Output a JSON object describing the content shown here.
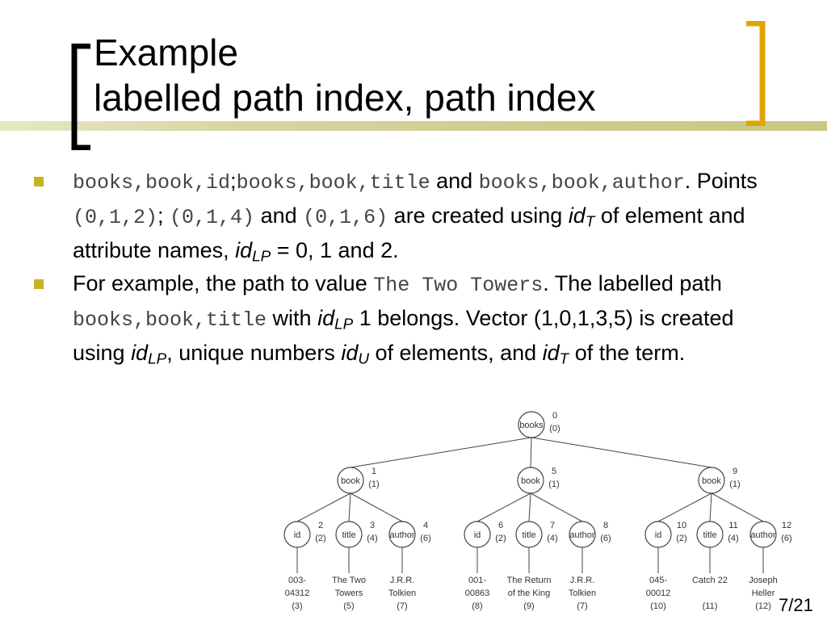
{
  "slide": {
    "title_line1": "Example",
    "title_line2": "labelled path index, path index",
    "page_number": "7/21"
  },
  "bullets": [
    {
      "p1_code": "books,book,id",
      "p2": ";",
      "p3_code": "books,book,title",
      "p4": " and ",
      "p5_code": "books,book,author",
      "p6": ". Points ",
      "p7_code": "(0,1,2)",
      "p8": "; ",
      "p9_code": "(0,1,4)",
      "p10": " and ",
      "p11_code": "(0,1,6)",
      "p12": "  are created using ",
      "p13_id": "id",
      "p14_sub": "T",
      "p15": " of element and attribute names, ",
      "p16_id": "id",
      "p17_sub": "LP",
      "p18": " = 0, 1 and 2."
    },
    {
      "p1": "For example, the path to value ",
      "p2_code": "The Two Towers",
      "p3": ". The labelled path ",
      "p4_code": "books,book,title",
      "p5": " with ",
      "p6_id": "id",
      "p7_sub": "LP",
      "p8": " 1 belongs. Vector (1,0,1,3,5) is created using ",
      "p9_id": "id",
      "p10_sub": "LP",
      "p11": ", unique numbers ",
      "p12_id": "id",
      "p13_sub": "U",
      "p14": " of elements, and ",
      "p15_id": "id",
      "p16_sub": "T",
      "p17": " of the term."
    }
  ],
  "tree": {
    "root": {
      "label": "books",
      "id": "0",
      "term": "(0)"
    },
    "books": [
      {
        "label": "book",
        "id": "1",
        "term": "(1)",
        "children": [
          {
            "label": "id",
            "id": "2",
            "term": "(2)",
            "value": [
              "003-",
              "04312",
              "(3)"
            ]
          },
          {
            "label": "title",
            "id": "3",
            "term": "(4)",
            "value": [
              "The Two",
              "Towers",
              "(5)"
            ]
          },
          {
            "label": "author",
            "id": "4",
            "term": "(6)",
            "value": [
              "J.R.R.",
              "Tolkien",
              "(7)"
            ]
          }
        ]
      },
      {
        "label": "book",
        "id": "5",
        "term": "(1)",
        "children": [
          {
            "label": "id",
            "id": "6",
            "term": "(2)",
            "value": [
              "001-",
              "00863",
              "(8)"
            ]
          },
          {
            "label": "title",
            "id": "7",
            "term": "(4)",
            "value": [
              "The Return",
              "of the King",
              "(9)"
            ]
          },
          {
            "label": "author",
            "id": "8",
            "term": "(6)",
            "value": [
              "J.R.R.",
              "Tolkien",
              "(7)"
            ]
          }
        ]
      },
      {
        "label": "book",
        "id": "9",
        "term": "(1)",
        "children": [
          {
            "label": "id",
            "id": "10",
            "term": "(2)",
            "value": [
              "045-",
              "00012",
              "(10)"
            ]
          },
          {
            "label": "title",
            "id": "11",
            "term": "(4)",
            "value": [
              "Catch 22",
              "",
              "(11)"
            ]
          },
          {
            "label": "author",
            "id": "12",
            "term": "(6)",
            "value": [
              "Joseph",
              "Heller",
              "(12)"
            ]
          }
        ]
      }
    ]
  },
  "colors": {
    "bullet": "#c9b21f",
    "title_rule": "#cfcd8f",
    "tree_line": "#444444",
    "code_text": "#444444"
  }
}
